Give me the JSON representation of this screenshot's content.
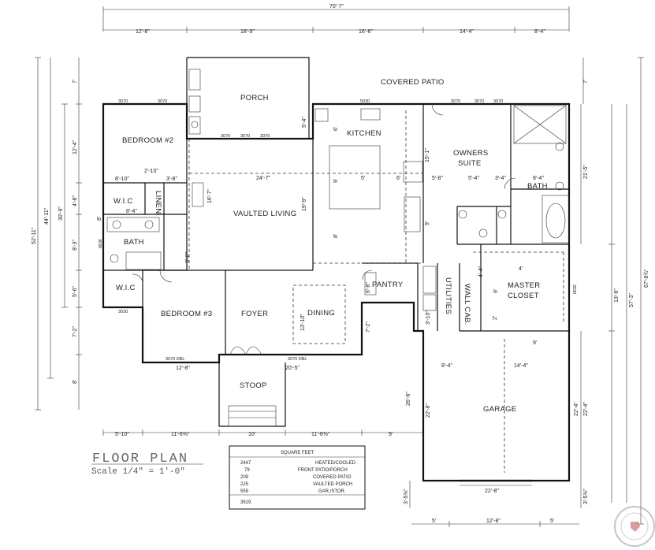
{
  "plan_title": "FLOOR PLAN",
  "scale": "Scale 1/4\" = 1'-0\"",
  "rooms": {
    "porch": "PORCH",
    "covered_patio": "COVERED PATIO",
    "bedroom2": "BEDROOM #2",
    "kitchen": "KITCHEN",
    "owners_suite_1": "OWNERS",
    "owners_suite_2": "SUITE",
    "wic_top": "W.I.C",
    "linen": "LINEN",
    "vaulted_living": "VAULTED LIVING",
    "bath_left": "BATH",
    "bath_owner": "BATH",
    "wic_bottom": "W.I.C",
    "bedroom3": "BEDROOM #3",
    "foyer": "FOYER",
    "dining": "DINING",
    "pantry": "PANTRY",
    "utilities": "UTILITIES",
    "wall_cab": "WALL CAB.",
    "master_closet_1": "MASTER",
    "master_closet_2": "CLOSET",
    "garage": "GARAGE",
    "stoop": "STOOP"
  },
  "windows": {
    "w1": "3070",
    "w2": "3070",
    "w3": "5030",
    "w4": "3070",
    "w5": "3070",
    "w6": "3070",
    "w7": "3070",
    "w8": "3070",
    "w9": "3070",
    "w10": "3030",
    "w11": "3030",
    "w12": "3070 DBL",
    "w13": "3070 DBL",
    "w14": "3030"
  },
  "dimensions": {
    "overall_width": "70'-7\"",
    "top_segments": [
      "12'-8\"",
      "18'-9\"",
      "16'-6\"",
      "14'-4\"",
      "8'-4\""
    ],
    "bottom_segments": [
      "5'-10\"",
      "11'-6⅜\"",
      "10'",
      "11'-6⅜\"",
      "9'"
    ],
    "garage_bottom": [
      "5'",
      "12'-8\"",
      "5'"
    ],
    "left_overall": "52'-11\"",
    "left_mid": "44'-11\"",
    "left_inner": "30'-9\"",
    "left_segments": [
      "7'",
      "12'-4\"",
      "4'-8\"",
      "8'-3\"",
      "5'-6\"",
      "7'-2\"",
      "8'"
    ],
    "right_overall": "67'-8¾\"",
    "right_mid": "57'-3\"",
    "right_seg_a": "21'-5\"",
    "right_seg_b": "13'-6\"",
    "right_seg_c": "22'-4\"",
    "right_top": "7'",
    "right_bottom": "3'-5⅜\"",
    "left_bottom": "3'-5⅜\"",
    "interior": {
      "living_width": "24'-7\"",
      "living_depth": "19'-9\"",
      "porch_depth": "5'-4\"",
      "kitchen_a": "5'",
      "kitchen_b": "6'",
      "kitchen_v": "15'-1\"",
      "owner_a": "5'-8\"",
      "owner_b": "5'-4\"",
      "owner_c": "3'-4\"",
      "owner_d": "8'-4\"",
      "bed2_a": "8'-10\"",
      "bed2_b": "2'-10\"",
      "bed2_c": "3'-8\"",
      "hall": "16'-7\"",
      "wic_w": "8'-4\"",
      "bed3_w": "12'-8\"",
      "dining_w": "20'-5\"",
      "dining_h": "13'-10\"",
      "garage_a": "8'-4\"",
      "garage_b": "14'-4\"",
      "garage_c": "9'",
      "garage_d": "22'-8\"",
      "garage_e": "22'-8\"",
      "garage_depth": "26'-6\"",
      "garage_f": "22'-4\"",
      "closet_a": "4'",
      "closet_b": "9'",
      "util_a": "7'-2\"",
      "util_b": "3'-10\"",
      "util_c": "6'-8\"",
      "bath_v": "8'",
      "bath_h": "3'-8\"",
      "kitchen_top": "6'",
      "kitchen_mid": "9'",
      "kitchen_low": "8'",
      "owner_v": "4'-4\"",
      "owner_w": "2'",
      "door_gap": "9'"
    }
  },
  "square_feet": {
    "heading": "SQUARE FEET",
    "rows": [
      {
        "value": "2447",
        "label": "HEATED/COOLED"
      },
      {
        "value": "79",
        "label": "FRONT PATIO/PORCH"
      },
      {
        "value": "209",
        "label": "COVERED PATIO"
      },
      {
        "value": "225",
        "label": "VAULTED PORCH"
      },
      {
        "value": "559",
        "label": "GAR./STOR."
      }
    ],
    "total": "3519"
  }
}
